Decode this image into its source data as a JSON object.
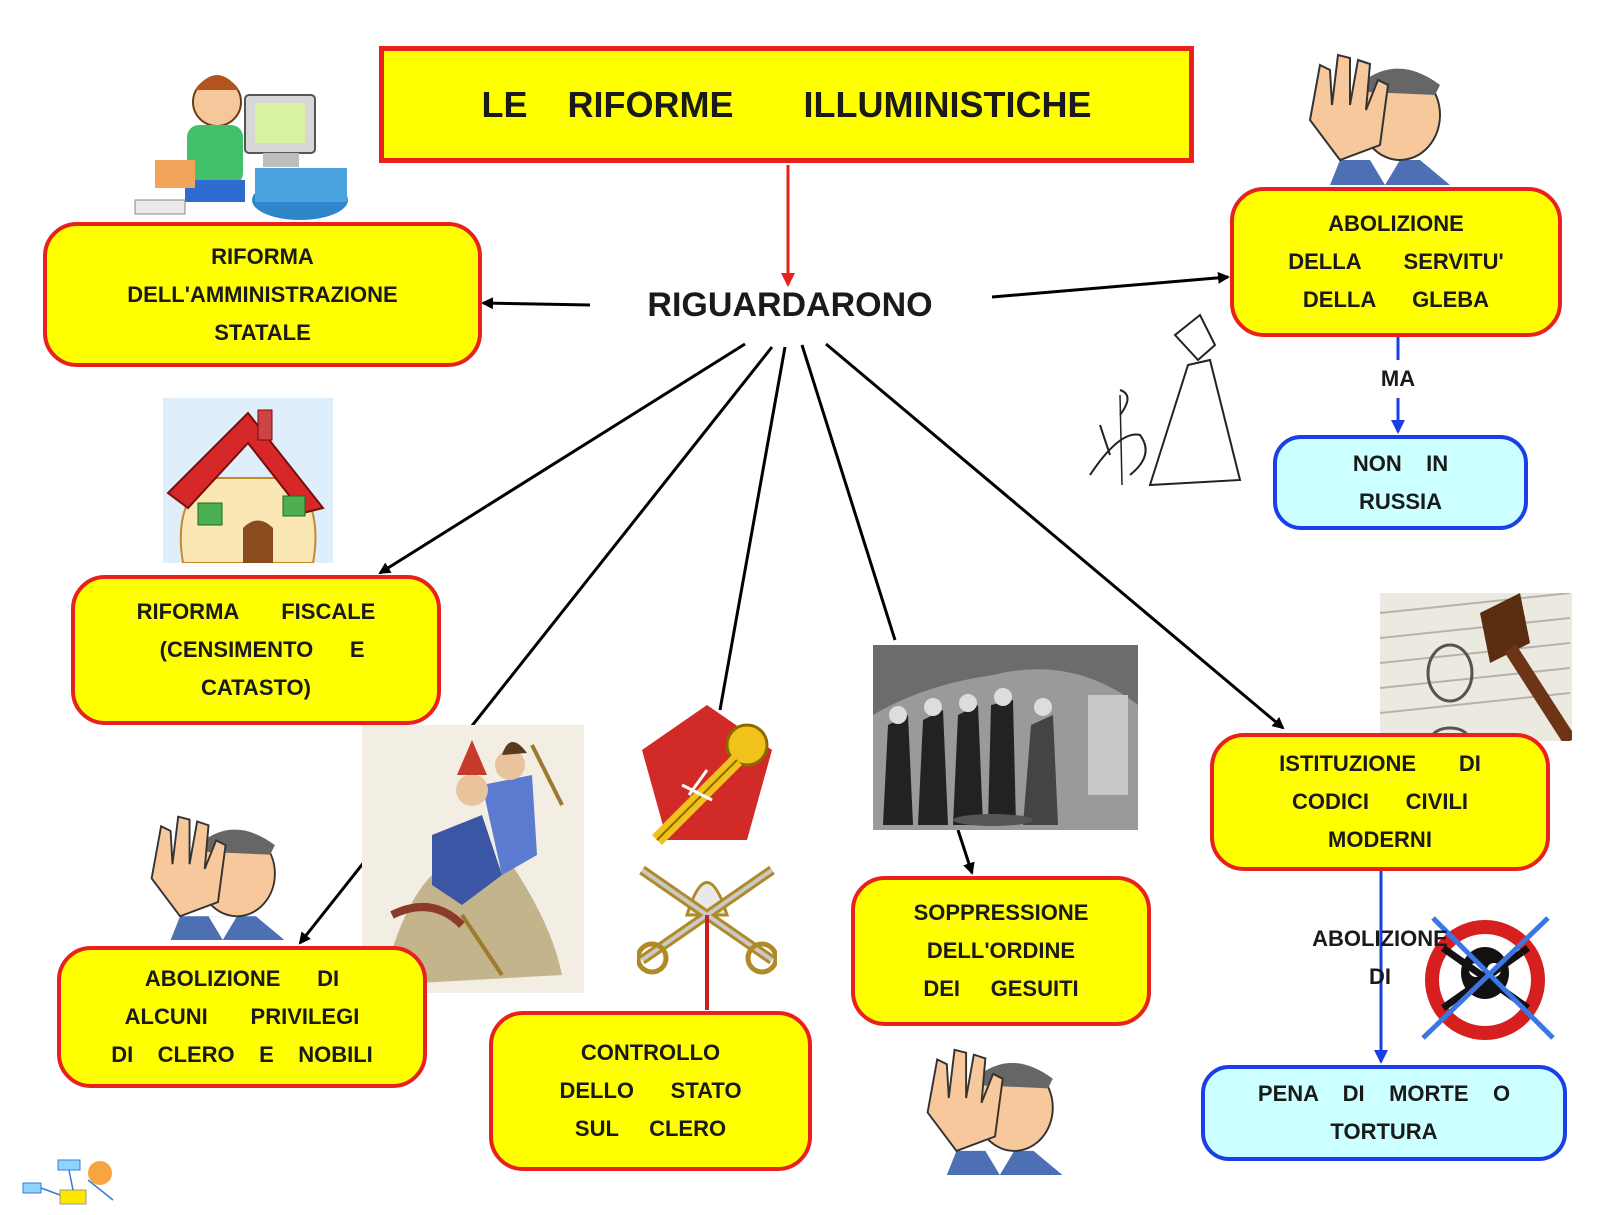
{
  "title": "LE    RIFORME       ILLUMINISTICHE",
  "hub": "RIGUARDARONO",
  "nodes": {
    "amministrazione": "RIFORMA\nDELL'AMMINISTRAZIONE\nSTATALE",
    "fiscale": "RIFORMA       FISCALE\n  (CENSIMENTO      E\nCATASTO)",
    "privilegi": "ABOLIZIONE      DI\nALCUNI       PRIVILEGI\nDI    CLERO    E    NOBILI",
    "clero": "CONTROLLO\nDELLO      STATO\nSUL     CLERO",
    "gesuiti": "SOPPRESSIONE\nDELL'ORDINE\nDEI     GESUITI",
    "servitu": "ABOLIZIONE\nDELLA       SERVITU'\nDELLA      GLEBA",
    "russia": "NON    IN\nRUSSIA",
    "codici": "ISTITUZIONE       DI\nCODICI      CIVILI\nMODERNI",
    "pena": "PENA    DI    MORTE    O\nTORTURA"
  },
  "link_labels": {
    "ma": "MA",
    "abolizione_di": "ABOLIZIONE\nDI"
  },
  "colors": {
    "box_fill": "#ffff00",
    "box_border": "#e8211c",
    "sub_box_fill": "#ccffff",
    "sub_box_border": "#1b3fe6",
    "arrow_black": "#000000",
    "arrow_red": "#e8211c",
    "arrow_blue": "#1b3fe6"
  },
  "illustrations": [
    "office-worker-picture",
    "house-picture",
    "hand-stop-picture",
    "cross-and-figure-sketch",
    "caricature-painting",
    "papal-emblem",
    "jesuits-engraving",
    "gavel-book-photo",
    "no-skull-sign",
    "cmap-logo"
  ]
}
